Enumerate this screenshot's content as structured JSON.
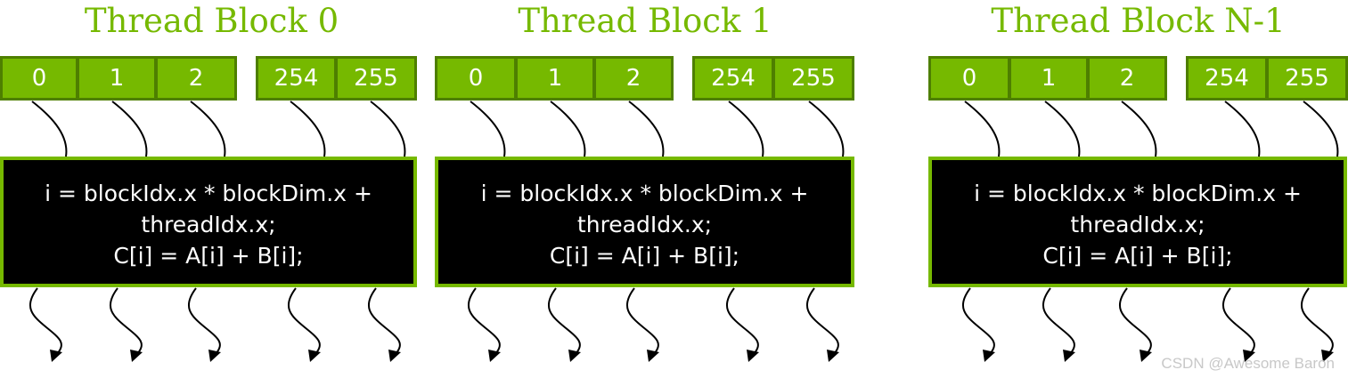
{
  "blocks": [
    {
      "title": "Thread Block 0",
      "threads": [
        "0",
        "1",
        "2",
        "254",
        "255"
      ],
      "code": [
        "i = blockIdx.x * blockDim.x +",
        "threadIdx.x;",
        "C[i] = A[i] + B[i];"
      ]
    },
    {
      "title": "Thread Block 1",
      "threads": [
        "0",
        "1",
        "2",
        "254",
        "255"
      ],
      "code": [
        "i = blockIdx.x * blockDim.x +",
        "threadIdx.x;",
        "C[i] = A[i] + B[i];"
      ]
    },
    {
      "title": "Thread Block N-1",
      "threads": [
        "0",
        "1",
        "2",
        "254",
        "255"
      ],
      "code": [
        "i = blockIdx.x * blockDim.x +",
        "threadIdx.x;",
        "C[i] = A[i] + B[i];"
      ]
    }
  ],
  "watermark": "CSDN @Awesome Baron",
  "colors": {
    "accent": "#76b900",
    "cell_border": "#4e7f00",
    "code_bg": "#000000",
    "arrow": "#000000"
  }
}
